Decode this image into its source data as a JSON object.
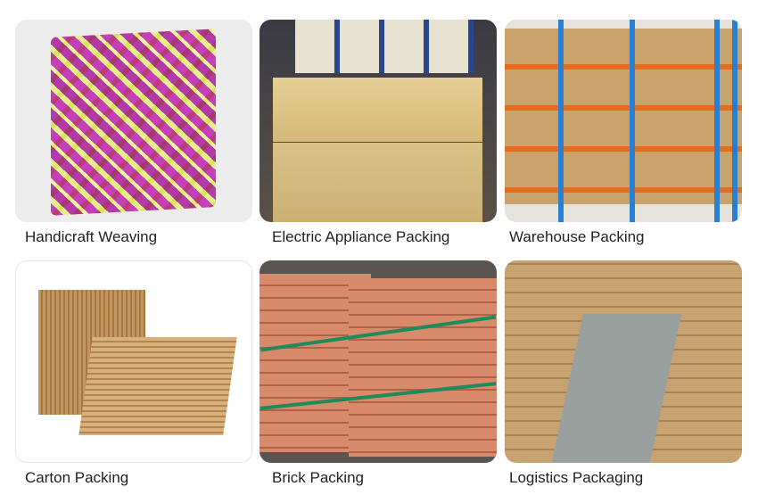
{
  "items": [
    {
      "label": "Handicraft Weaving"
    },
    {
      "label": "Electric Appliance Packing"
    },
    {
      "label": "Warehouse Packing"
    },
    {
      "label": "Carton Packing"
    },
    {
      "label": "Brick Packing"
    },
    {
      "label": "Logistics Packaging"
    }
  ]
}
